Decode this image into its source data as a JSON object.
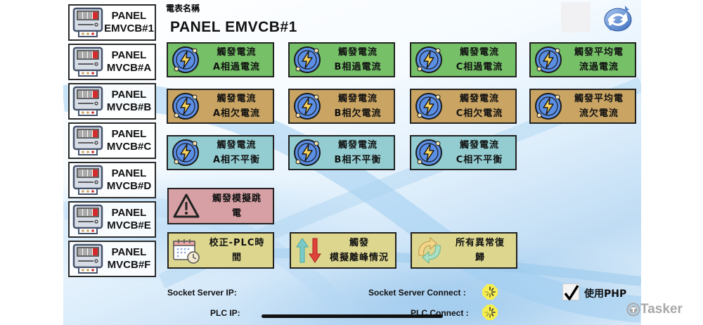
{
  "header": {
    "meter_name_label": "電表名稱",
    "selected_panel": "PANEL EMVCB#1"
  },
  "sidebar": {
    "items": [
      {
        "line1": "PANEL",
        "line2": "EMVCB#1"
      },
      {
        "line1": "PANEL",
        "line2": "MVCB#A"
      },
      {
        "line1": "PANEL",
        "line2": "MVCB#B"
      },
      {
        "line1": "PANEL",
        "line2": "MVCB#C"
      },
      {
        "line1": "PANEL",
        "line2": "MVCB#D"
      },
      {
        "line1": "PANEL",
        "line2": "MVCB#E"
      },
      {
        "line1": "PANEL",
        "line2": "MVCB#F"
      }
    ]
  },
  "tiles": {
    "overcurrent": [
      {
        "line1": "觸發電流",
        "line2": "A相過電流"
      },
      {
        "line1": "觸發電流",
        "line2": "B相過電流"
      },
      {
        "line1": "觸發電流",
        "line2": "C相過電流"
      },
      {
        "line1": "觸發平均電",
        "line2": "流過電流"
      }
    ],
    "undercurrent": [
      {
        "line1": "觸發電流",
        "line2": "A相欠電流"
      },
      {
        "line1": "觸發電流",
        "line2": "B相欠電流"
      },
      {
        "line1": "觸發電流",
        "line2": "C相欠電流"
      },
      {
        "line1": "觸發平均電",
        "line2": "流欠電流"
      }
    ],
    "unbalance": [
      {
        "line1": "觸發電流",
        "line2": "A相不平衡"
      },
      {
        "line1": "觸發電流",
        "line2": "B相不平衡"
      },
      {
        "line1": "觸發電流",
        "line2": "C相不平衡"
      }
    ],
    "trip": {
      "line1": "觸發模擬跳",
      "line2": "電"
    },
    "calibrate_plc": {
      "line1": "校正-PLC時",
      "line2": "間"
    },
    "peak_sim": {
      "line1": "觸發",
      "line2": "模擬離峰情況"
    },
    "reset_all": {
      "line1": "所有異常復",
      "line2": "歸"
    }
  },
  "status": {
    "socket_server_ip_label": "Socket Server IP:",
    "socket_server_ip_value": "",
    "plc_ip_label": "PLC IP:",
    "plc_ip_value": "",
    "socket_connect_label": "Socket Server Connect :",
    "plc_connect_label": "PLC Connect :",
    "use_php_label": "使用PHP",
    "use_php_checked": true
  },
  "colors": {
    "overcurrent": "#76c068",
    "undercurrent": "#c9a463",
    "unbalance": "#93cdd1",
    "trip": "#d7a0a4",
    "utility": "#dcd68e"
  },
  "watermark": "Tasker"
}
